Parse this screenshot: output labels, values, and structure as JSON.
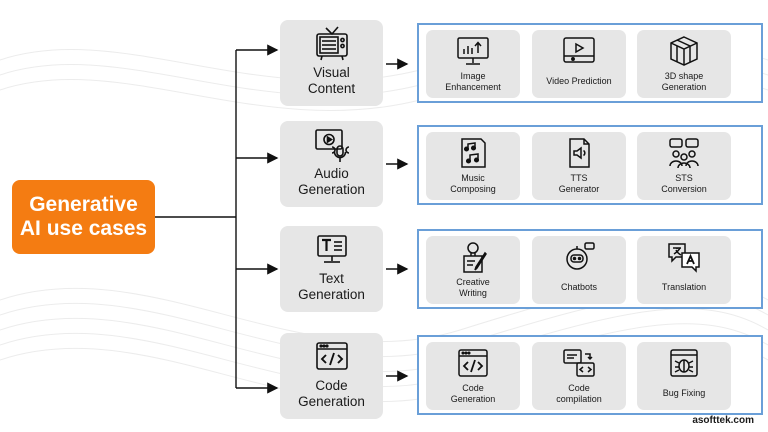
{
  "root": {
    "label": "Generative\nAI use cases"
  },
  "categories": [
    {
      "label": "Visual\nContent",
      "icon": "tv-icon",
      "items": [
        {
          "label": "Image\nEnhancement",
          "icon": "image-enhance-icon"
        },
        {
          "label": "Video Prediction",
          "icon": "video-player-icon"
        },
        {
          "label": "3D shape\nGeneration",
          "icon": "cube-3d-icon"
        }
      ]
    },
    {
      "label": "Audio\nGeneration",
      "icon": "monitor-microphone-icon",
      "items": [
        {
          "label": "Music\nComposing",
          "icon": "music-sheet-icon"
        },
        {
          "label": "TTS\nGenerator",
          "icon": "speaker-file-icon"
        },
        {
          "label": "STS\nConversion",
          "icon": "people-chat-icon"
        }
      ]
    },
    {
      "label": "Text\nGeneration",
      "icon": "text-screen-icon",
      "items": [
        {
          "label": "Creative\nWriting",
          "icon": "lightbulb-pen-icon"
        },
        {
          "label": "Chatbots",
          "icon": "robot-chat-icon"
        },
        {
          "label": "Translation",
          "icon": "translate-bubbles-icon"
        }
      ]
    },
    {
      "label": "Code\nGeneration",
      "icon": "code-window-icon",
      "items": [
        {
          "label": "Code\nGeneration",
          "icon": "code-window-icon"
        },
        {
          "label": "Code\ncompilation",
          "icon": "compile-windows-icon"
        },
        {
          "label": "Bug Fixing",
          "icon": "bug-browser-icon"
        }
      ]
    }
  ],
  "footer": {
    "text": "asofttek.com"
  },
  "colors": {
    "root_bg": "#f47c12",
    "group_border": "#6a9fd8",
    "box_bg": "#e6e6e6",
    "line": "#111111"
  }
}
